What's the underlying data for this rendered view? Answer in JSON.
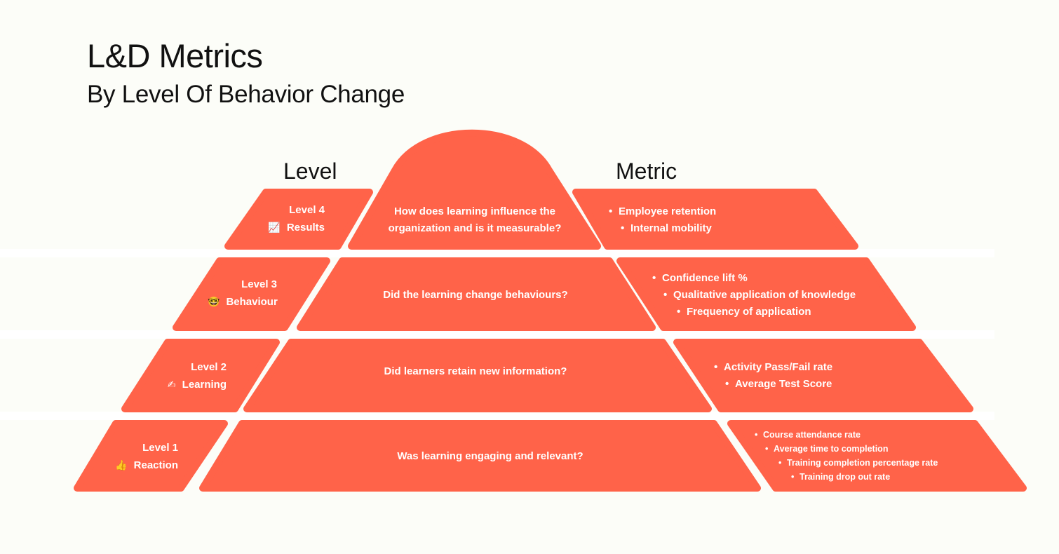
{
  "header": {
    "title": "L&D Metrics",
    "subtitle": "By Level Of Behavior Change"
  },
  "columns": {
    "level": "Level",
    "metric": "Metric"
  },
  "colors": {
    "tile": "#ff6349",
    "background": "#fcfdf8",
    "text": "#ffffff"
  },
  "levels": [
    {
      "label": "Level 4",
      "name": "Results",
      "icon": "chart-increasing-icon",
      "glyph": "📈",
      "question_lines": [
        "How does learning influence the",
        "organization and is it measurable?"
      ],
      "metrics": [
        "Employee retention",
        "Internal mobility"
      ]
    },
    {
      "label": "Level 3",
      "name": "Behaviour",
      "icon": "nerd-face-icon",
      "glyph": "🤓",
      "question_lines": [
        "Did the learning change behaviours?"
      ],
      "metrics": [
        "Confidence lift %",
        "Qualitative application of knowledge",
        "Frequency of application"
      ]
    },
    {
      "label": "Level 2",
      "name": "Learning",
      "icon": "writing-hand-icon",
      "glyph": "✍",
      "question_lines": [
        "Did learners retain new information?"
      ],
      "metrics": [
        "Activity Pass/Fail rate",
        "Average Test Score"
      ]
    },
    {
      "label": "Level 1",
      "name": "Reaction",
      "icon": "thumbs-up-icon",
      "glyph": "👍",
      "question_lines": [
        "Was learning engaging and relevant?"
      ],
      "metrics": [
        "Course attendance rate",
        "Average time to completion",
        "Training completion percentage rate",
        "Training drop out rate"
      ]
    }
  ]
}
